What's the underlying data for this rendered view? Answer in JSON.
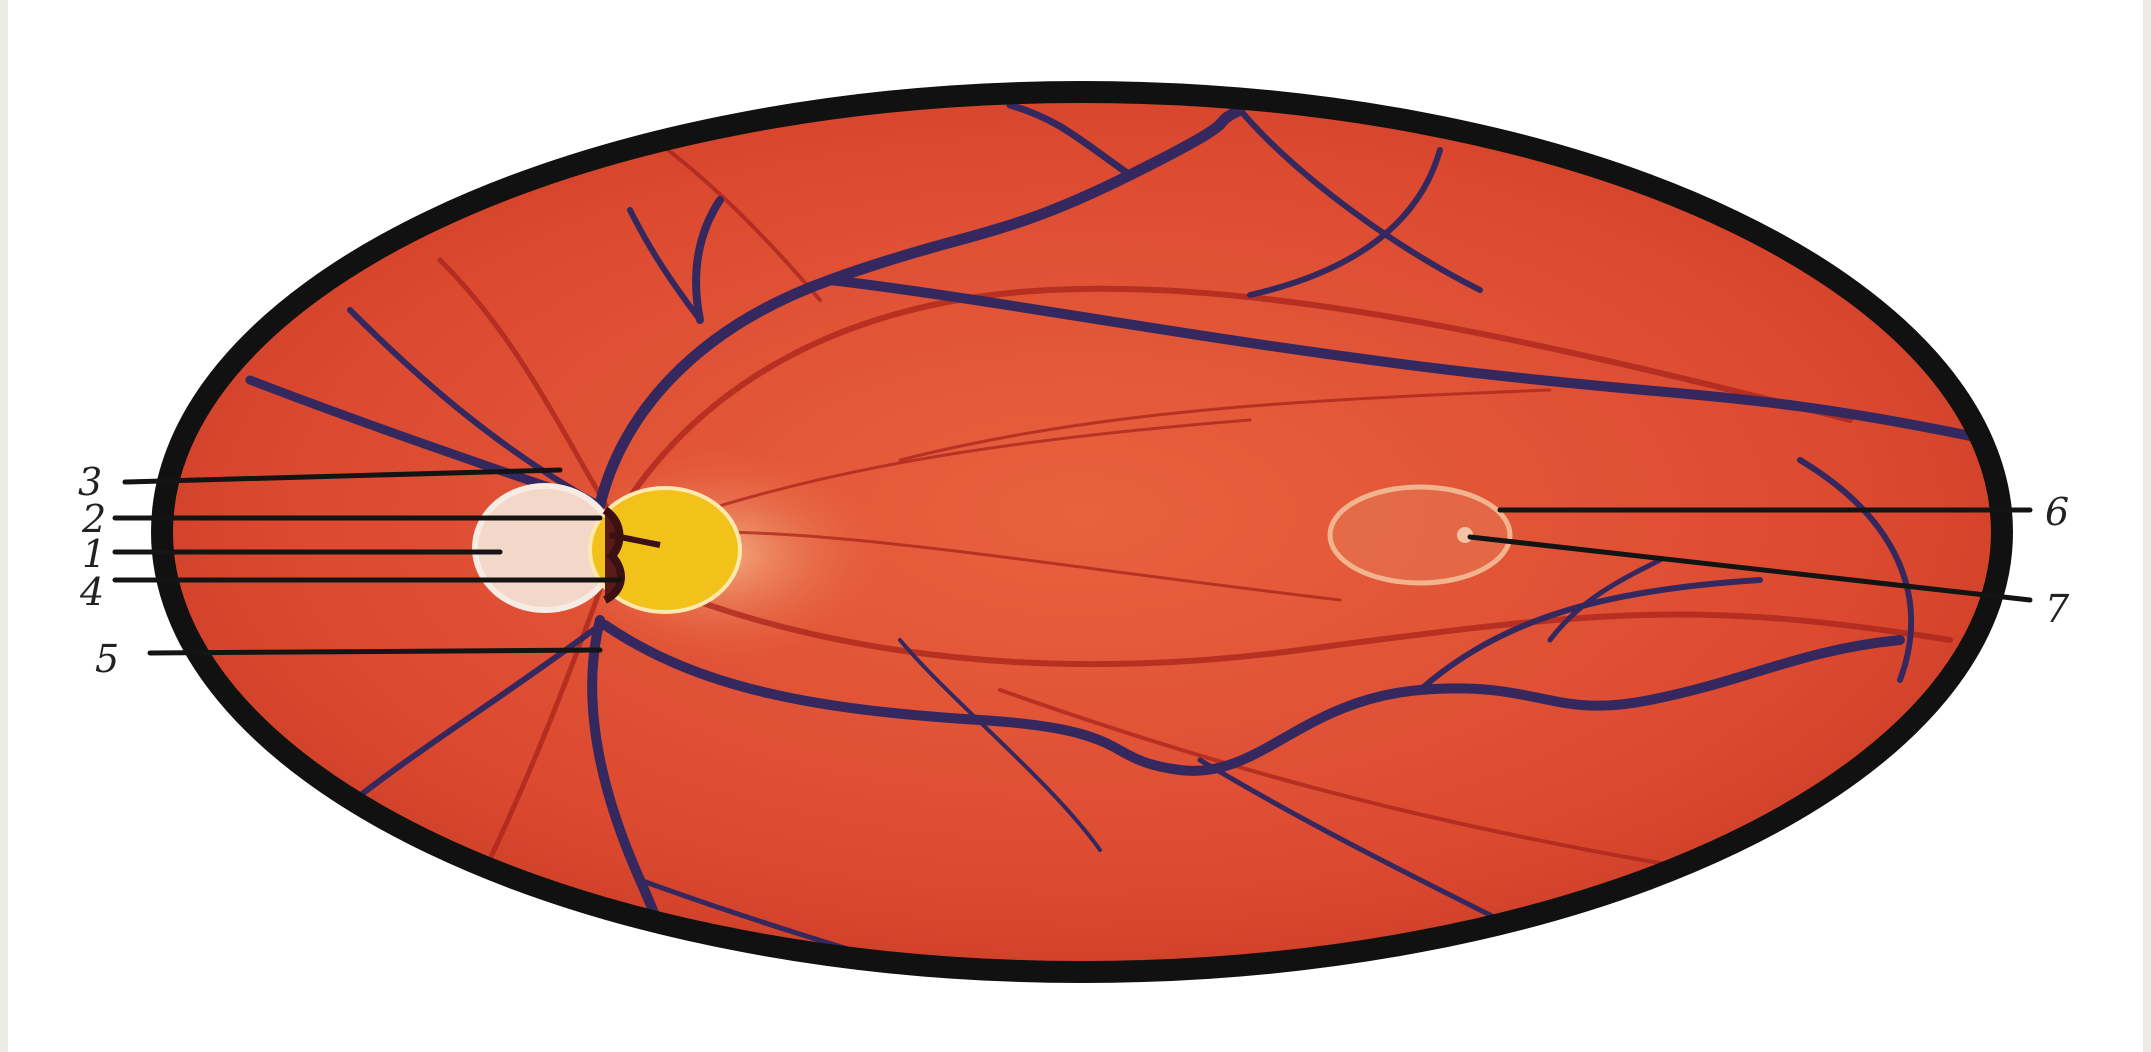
{
  "figure": {
    "labels": [
      {
        "id": "3",
        "text": "3"
      },
      {
        "id": "2",
        "text": "2"
      },
      {
        "id": "1",
        "text": "1"
      },
      {
        "id": "4",
        "text": "4"
      },
      {
        "id": "5",
        "text": "5"
      },
      {
        "id": "6",
        "text": "6"
      },
      {
        "id": "7",
        "text": "7"
      }
    ]
  },
  "colors": {
    "fundus": "#e0503a",
    "fundus_dark": "#c8402a",
    "rim": "#111111",
    "veins": "#3a2a6a",
    "arteries": "#b02820",
    "optic_disc": "#f2c21a",
    "disc_pale": "#f3d7c8",
    "macula_ring": "#f1b28c",
    "background": "#ffffff",
    "page": "#ecebe3"
  }
}
